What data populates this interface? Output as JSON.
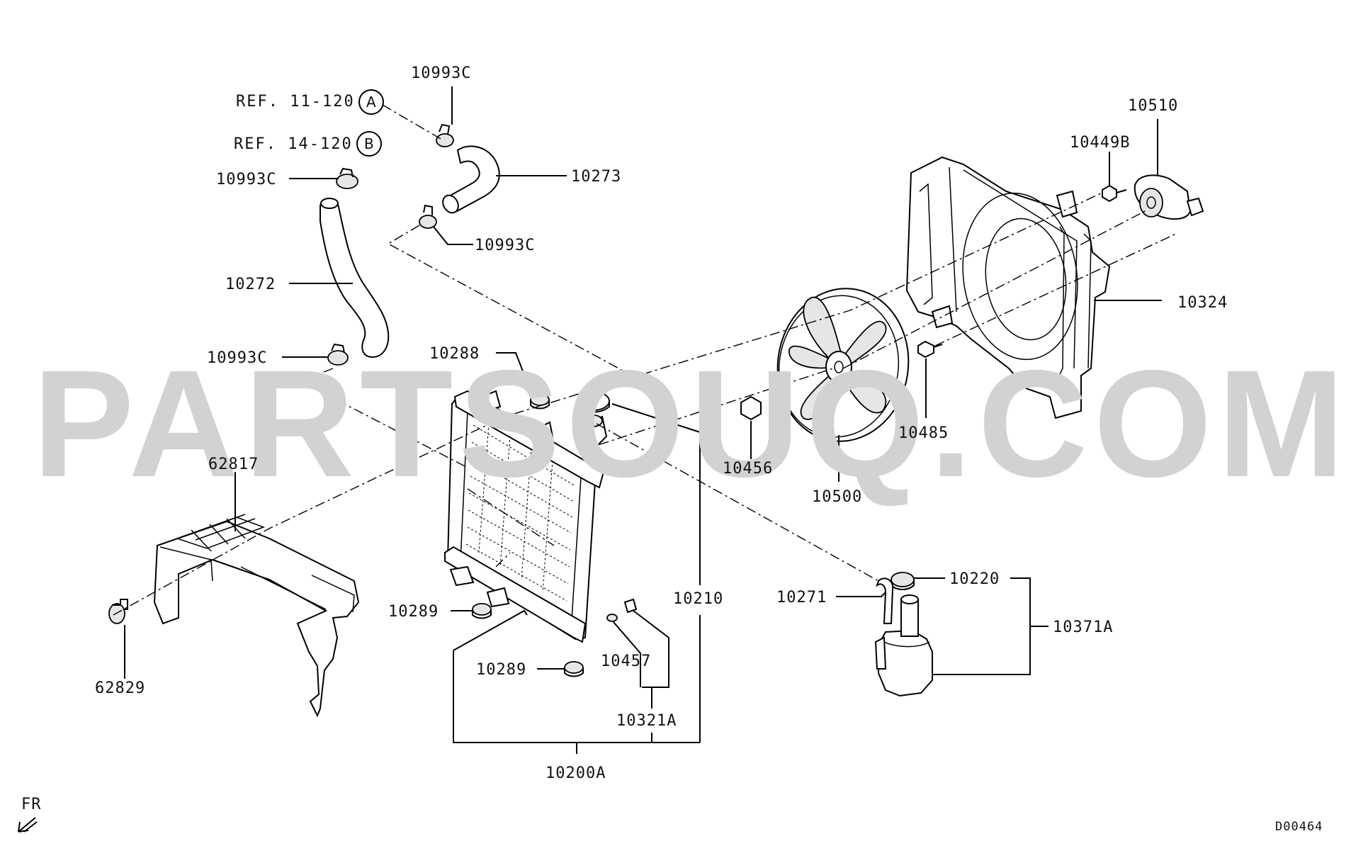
{
  "watermark": "PARTSOUQ.COM",
  "diagram_code": "D00464",
  "direction": {
    "label": "FR",
    "icon": "front-arrow-icon"
  },
  "references": [
    {
      "id": "ref-a",
      "text": "REF. 11-120",
      "letter": "A"
    },
    {
      "id": "ref-b",
      "text": "REF. 14-120",
      "letter": "B"
    }
  ],
  "parts": [
    {
      "id": "p1",
      "number": "10993C"
    },
    {
      "id": "p2",
      "number": "10993C"
    },
    {
      "id": "p3",
      "number": "10273"
    },
    {
      "id": "p4",
      "number": "10993C"
    },
    {
      "id": "p5",
      "number": "10272"
    },
    {
      "id": "p6",
      "number": "10993C"
    },
    {
      "id": "p7",
      "number": "10288"
    },
    {
      "id": "p8",
      "number": "62817"
    },
    {
      "id": "p9",
      "number": "62829"
    },
    {
      "id": "p10",
      "number": "10289"
    },
    {
      "id": "p11",
      "number": "10289"
    },
    {
      "id": "p12",
      "number": "10457"
    },
    {
      "id": "p13",
      "number": "10321A"
    },
    {
      "id": "p14",
      "number": "10210"
    },
    {
      "id": "p15",
      "number": "10200A"
    },
    {
      "id": "p16",
      "number": "10456"
    },
    {
      "id": "p17",
      "number": "10500"
    },
    {
      "id": "p18",
      "number": "10485"
    },
    {
      "id": "p19",
      "number": "10449B"
    },
    {
      "id": "p20",
      "number": "10510"
    },
    {
      "id": "p21",
      "number": "10324"
    },
    {
      "id": "p22",
      "number": "10271"
    },
    {
      "id": "p23",
      "number": "10220"
    },
    {
      "id": "p24",
      "number": "10371A"
    }
  ]
}
